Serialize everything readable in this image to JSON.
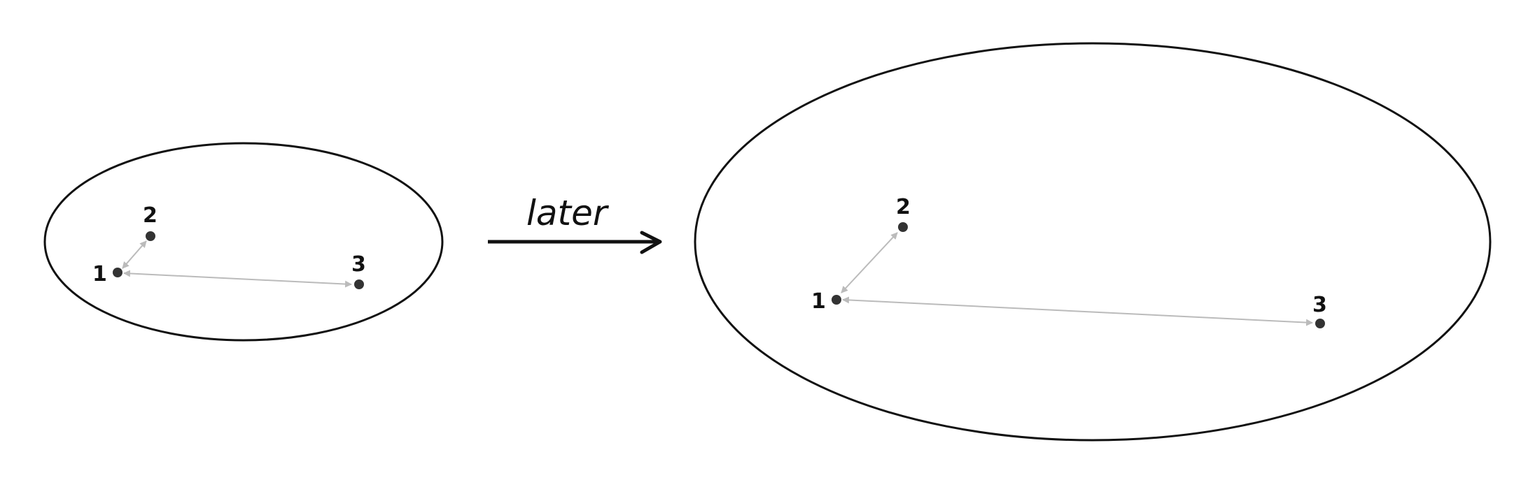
{
  "transition": {
    "label": "later"
  },
  "colors": {
    "outline": "#111111",
    "point": "#333333",
    "link": "#bbbbbb"
  },
  "before": {
    "points": [
      {
        "id": "1",
        "label": "1"
      },
      {
        "id": "2",
        "label": "2"
      },
      {
        "id": "3",
        "label": "3"
      }
    ],
    "links": [
      [
        "1",
        "2"
      ],
      [
        "1",
        "3"
      ]
    ]
  },
  "after": {
    "points": [
      {
        "id": "1",
        "label": "1"
      },
      {
        "id": "2",
        "label": "2"
      },
      {
        "id": "3",
        "label": "3"
      }
    ],
    "links": [
      [
        "1",
        "2"
      ],
      [
        "1",
        "3"
      ]
    ]
  }
}
